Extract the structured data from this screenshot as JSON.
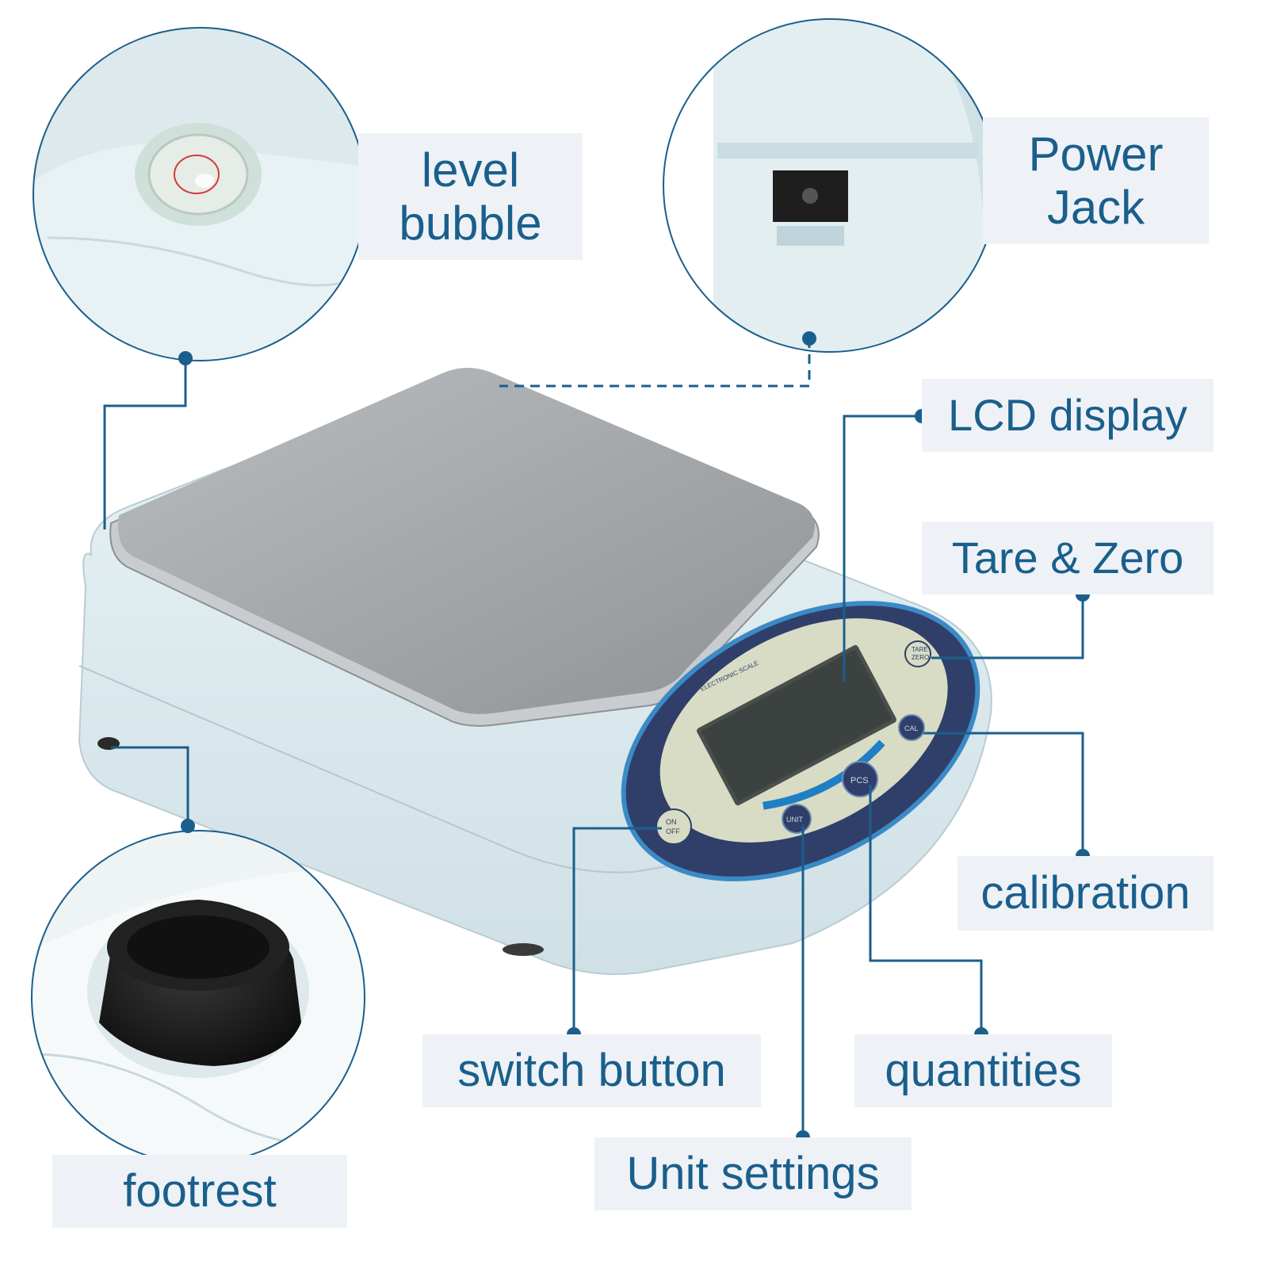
{
  "colors": {
    "accent": "#1a5f8c",
    "label_bg": "#eef2f6",
    "scale_body": "#e1eef2",
    "platform": "#a9adb0",
    "panel": "#2f3f6a",
    "panel_light": "#d8dcc4"
  },
  "labels": {
    "level_bubble": [
      "level",
      "bubble"
    ],
    "power_jack": [
      "Power",
      "Jack"
    ],
    "lcd_display": "LCD display",
    "tare_zero": "Tare & Zero",
    "calibration": "calibration",
    "switch_button": "switch button",
    "quantities": "quantities",
    "unit_settings": "Unit settings",
    "footrest": "footrest"
  },
  "panel_text": {
    "brand": "ELECTRONIC SCALE",
    "tare": "TARE",
    "zero": "ZERO",
    "cal": "CAL",
    "pcs": "PCS",
    "unit": "UNIT",
    "on": "ON",
    "off": "OFF"
  }
}
